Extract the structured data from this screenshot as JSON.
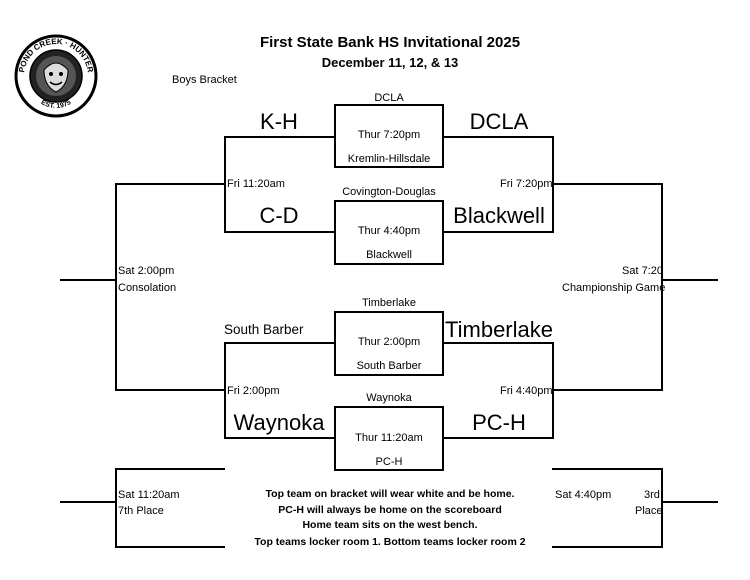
{
  "header": {
    "title": "First State Bank HS Invitational 2025",
    "dates": "December 11, 12, & 13",
    "bracket_label": "Boys Bracket"
  },
  "logo": {
    "text_top": "POND CREEK · HUNTER",
    "text_bottom": "EST. 1975",
    "icon": "seal-icon"
  },
  "games": {
    "g1": {
      "top_team": "DCLA",
      "time": "Thur 7:20pm",
      "bottom_team": "Kremlin-Hillsdale"
    },
    "g2": {
      "top_team": "Covington-Douglas",
      "time": "Thur 4:40pm",
      "bottom_team": "Blackwell"
    },
    "g3": {
      "top_team": "Timberlake",
      "time": "Thur 2:00pm",
      "bottom_team": "South Barber"
    },
    "g4": {
      "top_team": "Waynoka",
      "time": "Thur 11:20am",
      "bottom_team": "PC-H"
    }
  },
  "winners_side": {
    "r1_top": "DCLA",
    "r1_bottom": "Blackwell",
    "r1_lower_top": "Timberlake",
    "r1_lower_bottom": "PC-H",
    "semi1_time": "Fri 7:20pm",
    "semi2_time": "Fri 4:40pm",
    "final_time": "Sat 7:20",
    "final_label": "Championship Game",
    "third_time": "Sat 4:40pm",
    "third_label_1": "3rd",
    "third_label_2": "Place"
  },
  "losers_side": {
    "r1_top": "K-H",
    "r1_bottom": "C-D",
    "r1_lower_top": "South Barber",
    "r1_lower_bottom": "Waynoka",
    "semi1_time": "Fri 11:20am",
    "semi2_time": "Fri 2:00pm",
    "cons_time": "Sat 2:00pm",
    "cons_label": "Consolation",
    "seventh_time": "Sat 11:20am",
    "seventh_label": "7th Place"
  },
  "notes": [
    "Top team on bracket will wear white and be home.",
    "PC-H will always be home on the scoreboard",
    "Home team sits on the west bench.",
    "Top teams locker room 1.  Bottom teams locker room 2"
  ]
}
